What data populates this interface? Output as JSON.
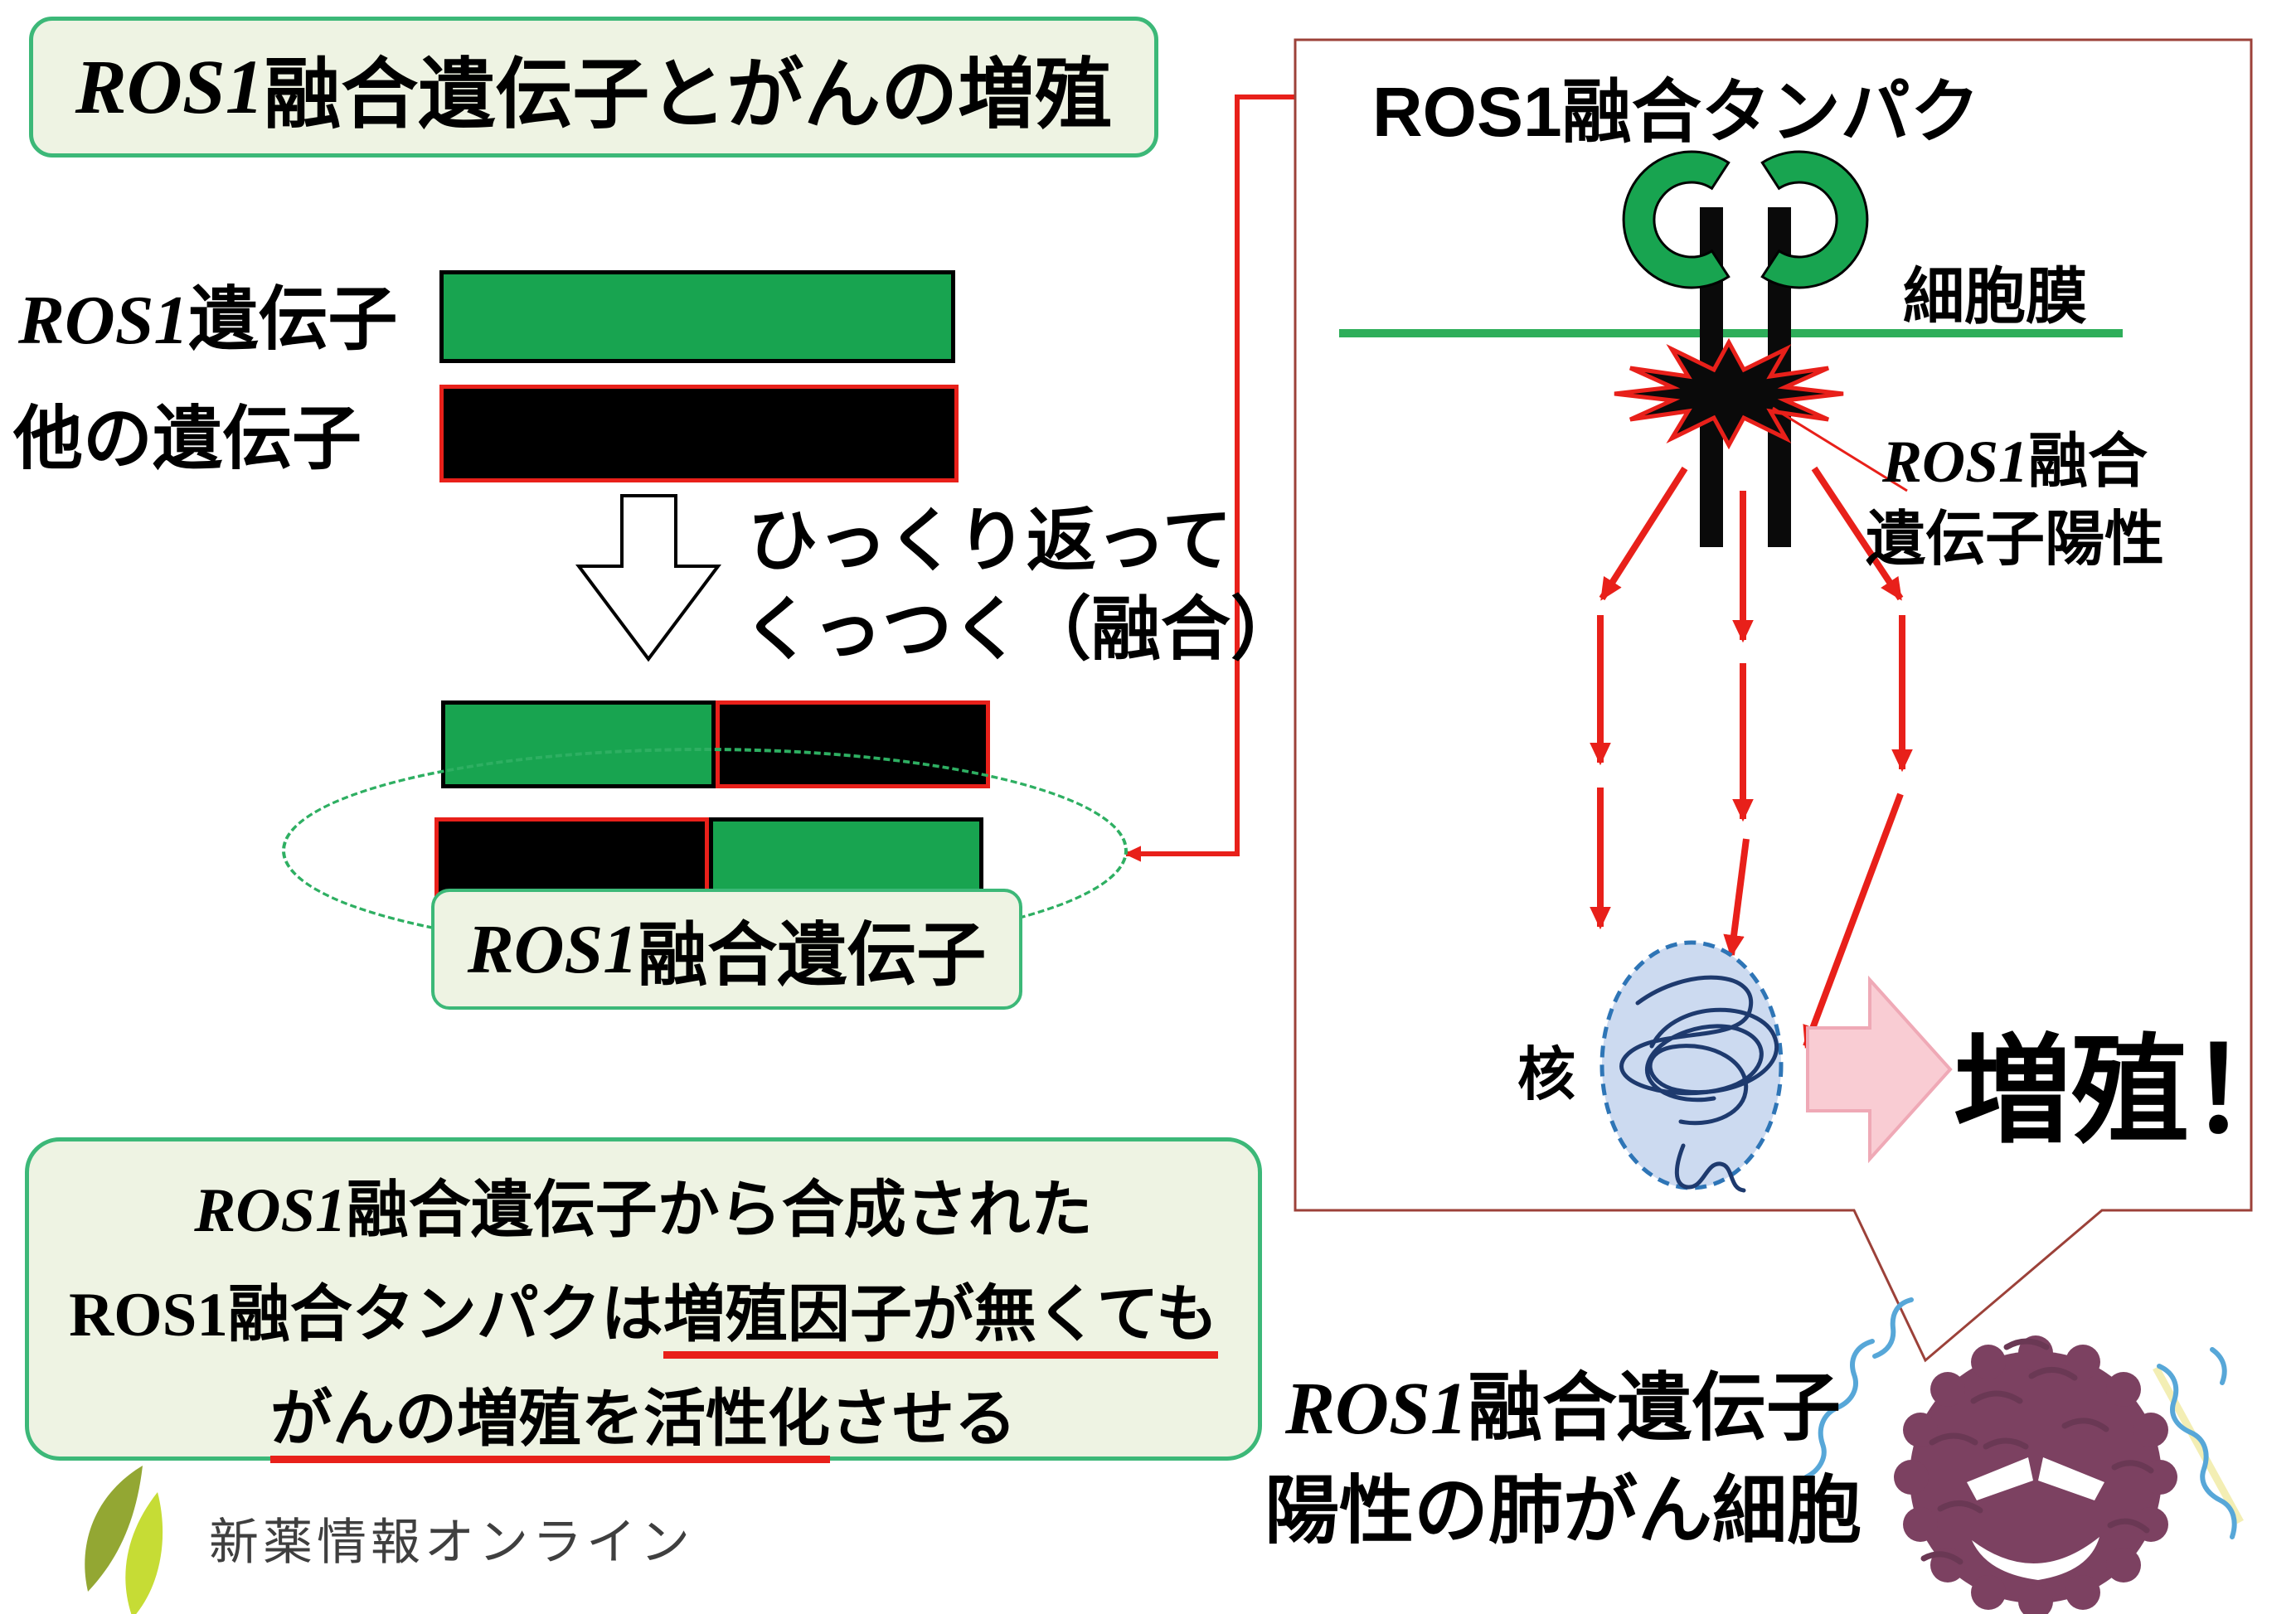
{
  "title": {
    "prefix": "ROS1",
    "rest": "融合遺伝子とがんの増殖"
  },
  "gene_diagram": {
    "ros1_gene_label": {
      "prefix": "ROS1",
      "rest": "遺伝子"
    },
    "other_gene_label": "他の遺伝子",
    "flip_text_line1": "ひっくり返って",
    "flip_text_line2": "くっつく（融合）",
    "fusion_gene_label": {
      "prefix": "ROS1",
      "rest": "融合遺伝子"
    }
  },
  "cell_panel": {
    "fusion_protein_label": "ROS1融合タンパク",
    "membrane_label": "細胞膜",
    "positive_label": {
      "prefix": "ROS1",
      "line1_rest": "融合",
      "line2": "遺伝子陽性"
    },
    "nucleus_label": "核",
    "proliferation_label": "増殖！"
  },
  "summary_box": {
    "line1": {
      "prefix": "ROS1",
      "rest": "融合遺伝子から合成された"
    },
    "line2": {
      "normal": "ROS1融合タンパクは",
      "emphasis": "増殖因子が無くても"
    },
    "line3": {
      "emphasis": "がんの増殖を活性化",
      "normal": "させる"
    }
  },
  "footer": {
    "logo_text": "新薬情報オンライン"
  },
  "cancer_cell": {
    "label_line1": {
      "prefix": "ROS1",
      "rest": "融合遺伝子"
    },
    "label_line2": "陽性の肺がん細胞"
  },
  "colors": {
    "gene_green": "#18a450",
    "membrane_green": "#2eae5a",
    "box_green_border": "#3cb878",
    "box_fill": "#eef3e3",
    "accent_red": "#e8201a",
    "panel_border": "#9c4139",
    "nucleus_fill": "#ccdaf0",
    "nucleus_border": "#2e75b6",
    "pink_arrow": "#f9ccd3",
    "cell_purple": "#7c4161",
    "squiggle_blue": "#57a7d8",
    "leaf_dark": "#93a733",
    "leaf_light": "#c6dc35"
  }
}
